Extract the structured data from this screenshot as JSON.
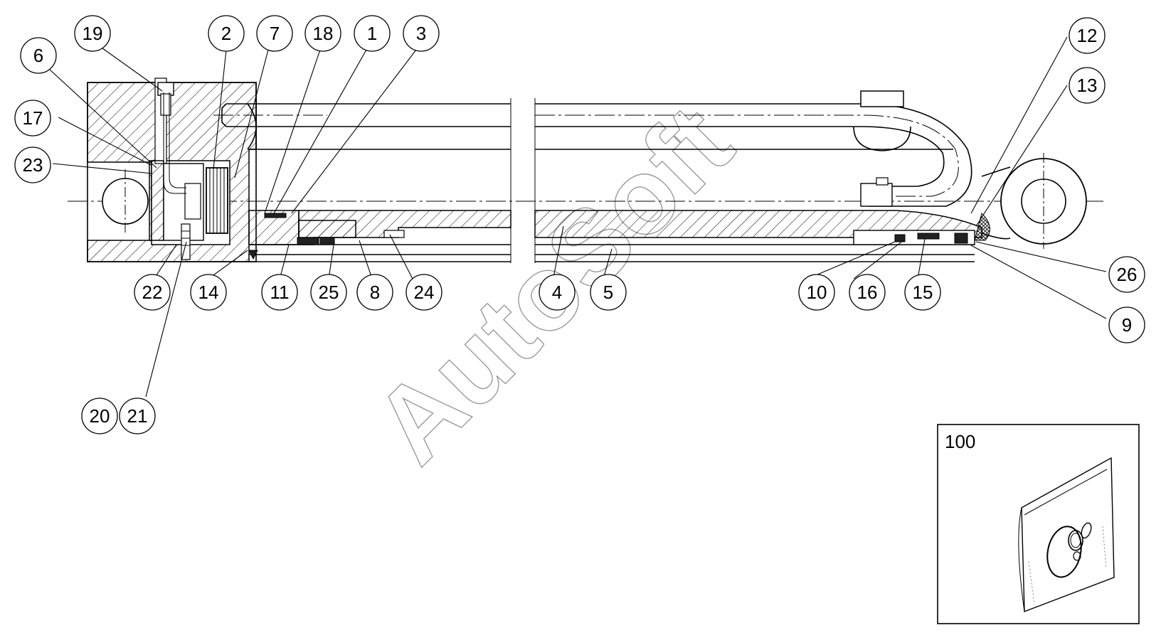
{
  "callouts": [
    {
      "id": "19",
      "label": "19"
    },
    {
      "id": "2",
      "label": "2"
    },
    {
      "id": "7",
      "label": "7"
    },
    {
      "id": "18",
      "label": "18"
    },
    {
      "id": "1",
      "label": "1"
    },
    {
      "id": "3",
      "label": "3"
    },
    {
      "id": "6",
      "label": "6"
    },
    {
      "id": "17",
      "label": "17"
    },
    {
      "id": "23",
      "label": "23"
    },
    {
      "id": "22",
      "label": "22"
    },
    {
      "id": "14",
      "label": "14"
    },
    {
      "id": "11",
      "label": "11"
    },
    {
      "id": "25",
      "label": "25"
    },
    {
      "id": "8",
      "label": "8"
    },
    {
      "id": "24",
      "label": "24"
    },
    {
      "id": "4",
      "label": "4"
    },
    {
      "id": "5",
      "label": "5"
    },
    {
      "id": "10",
      "label": "10"
    },
    {
      "id": "16",
      "label": "16"
    },
    {
      "id": "15",
      "label": "15"
    },
    {
      "id": "12",
      "label": "12"
    },
    {
      "id": "13",
      "label": "13"
    },
    {
      "id": "26",
      "label": "26"
    },
    {
      "id": "9",
      "label": "9"
    },
    {
      "id": "20",
      "label": "20"
    },
    {
      "id": "21",
      "label": "21"
    }
  ],
  "kit": {
    "label": "100"
  },
  "watermark": {
    "text": "AutoSoft"
  }
}
